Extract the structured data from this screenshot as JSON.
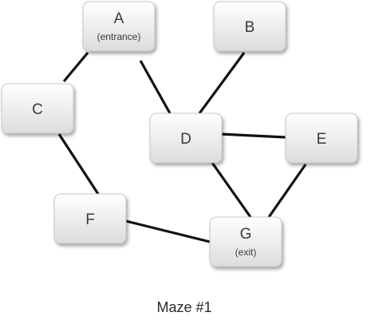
{
  "caption": "Maze #1",
  "nodes": [
    {
      "id": "A",
      "label": "A",
      "sub": "(entrance)"
    },
    {
      "id": "B",
      "label": "B",
      "sub": ""
    },
    {
      "id": "C",
      "label": "C",
      "sub": ""
    },
    {
      "id": "D",
      "label": "D",
      "sub": ""
    },
    {
      "id": "E",
      "label": "E",
      "sub": ""
    },
    {
      "id": "F",
      "label": "F",
      "sub": ""
    },
    {
      "id": "G",
      "label": "G",
      "sub": "(exit)"
    }
  ],
  "edges": [
    [
      "A",
      "C"
    ],
    [
      "A",
      "D"
    ],
    [
      "B",
      "D"
    ],
    [
      "C",
      "F"
    ],
    [
      "D",
      "E"
    ],
    [
      "D",
      "G"
    ],
    [
      "E",
      "G"
    ],
    [
      "F",
      "G"
    ]
  ],
  "colors": {
    "edge": "#111111",
    "box_top": "#ffffff",
    "box_bottom": "#dcdcdc"
  }
}
